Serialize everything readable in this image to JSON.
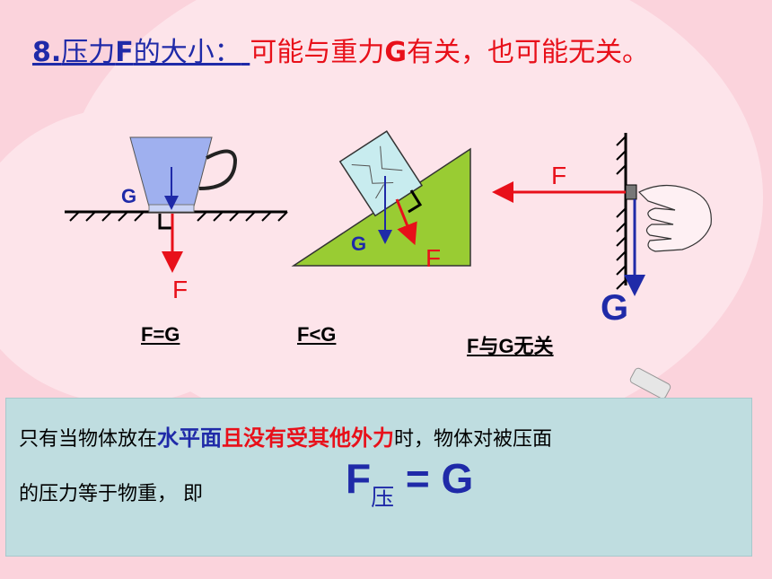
{
  "title": {
    "number": "8.",
    "heading_pre": "压力",
    "heading_F": "F",
    "heading_post": "的大小：",
    "text_pre": "可能与重力",
    "text_G": "G",
    "text_post": "有关，也可能无关。"
  },
  "figures": {
    "cup": {
      "label_G": "G",
      "label_F": "F",
      "caption": "F=G"
    },
    "incline": {
      "label_G": "G",
      "label_F": "F",
      "caption": "F<G"
    },
    "wall": {
      "label_F": "F",
      "label_G": "G",
      "caption": "F与G无关"
    }
  },
  "conclusion": {
    "pre": "只有当物体放在",
    "blue": "水平面",
    "red": "且没有受其他外力",
    "post": "时，物体对被压面",
    "line2": "的压力等于物重，  即",
    "formula_F": "F",
    "formula_sub": "压",
    "formula_rest": " = G"
  },
  "colors": {
    "blue": "#1f2aa8",
    "red": "#e8101a",
    "background": "#fbd3dc",
    "box": "#bfdde0",
    "incline": "#99cc33"
  }
}
